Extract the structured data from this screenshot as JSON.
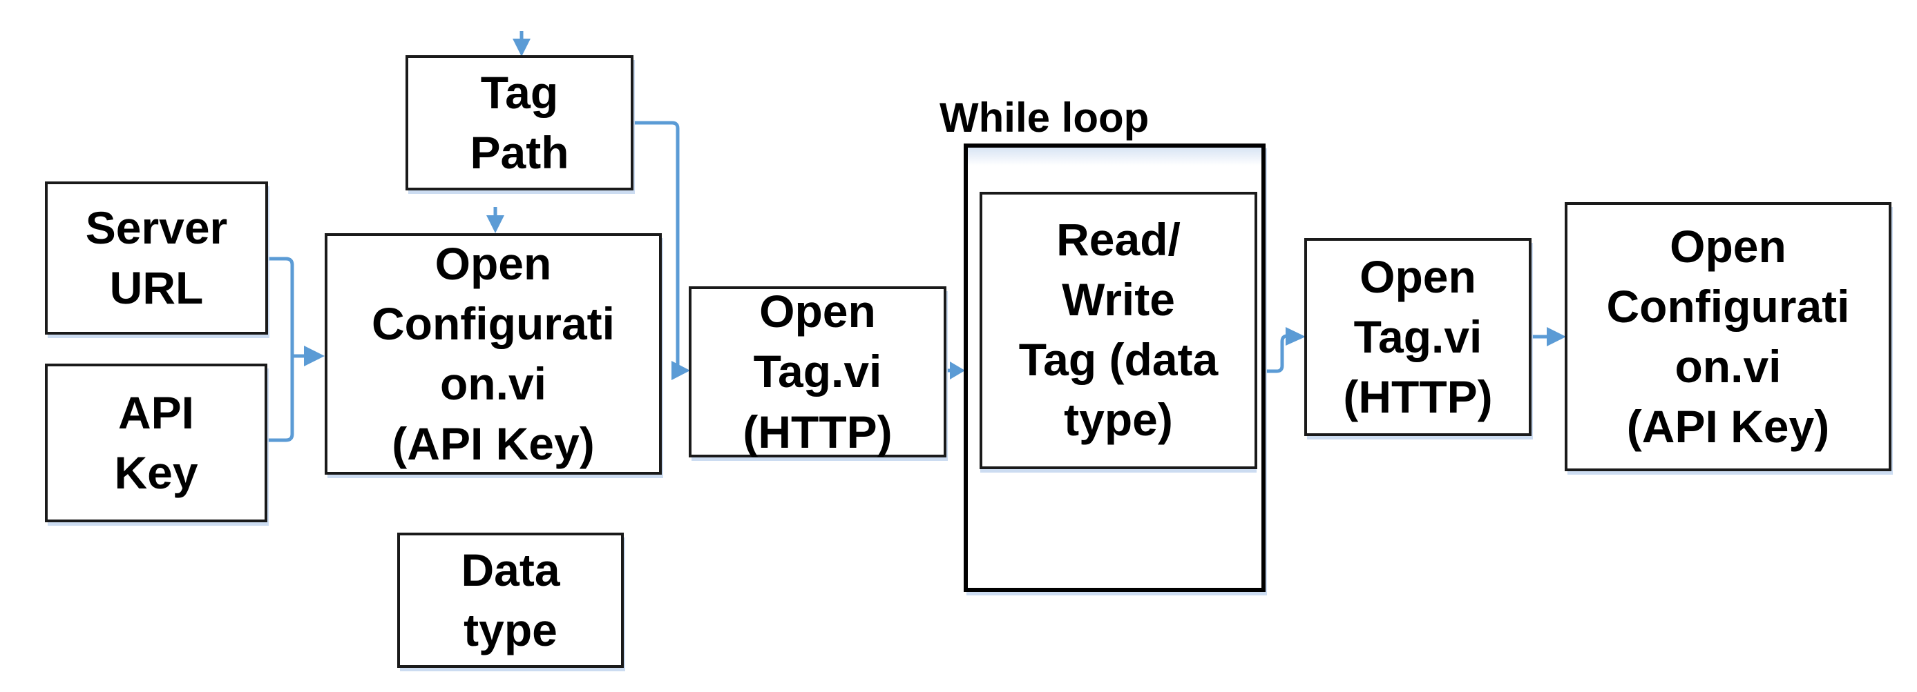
{
  "diagram": {
    "while_label": "While loop",
    "nodes": {
      "server_url": {
        "label": "Server\nURL"
      },
      "api_key": {
        "label": "API\nKey"
      },
      "tag_path": {
        "label": "Tag\nPath"
      },
      "open_config_1": {
        "label": "Open\nConfigurati\non.vi\n(API Key)"
      },
      "open_tag_1": {
        "label": "Open\nTag.vi\n(HTTP)"
      },
      "read_write": {
        "label": "Read/\nWrite\nTag (data\ntype)"
      },
      "open_tag_2": {
        "label": "Open\nTag.vi\n(HTTP)"
      },
      "open_config_2": {
        "label": "Open\nConfigurati\non.vi\n(API Key)"
      },
      "data_type": {
        "label": "Data\ntype"
      }
    },
    "colors": {
      "connector_blue": "#5B9BD5",
      "box_border": "#1a1a1a",
      "while_border": "#000000",
      "while_top_tint": "#d8e4f4",
      "shadow_tint": "#c7d8f0",
      "text": "#000000",
      "background": "#ffffff"
    }
  }
}
